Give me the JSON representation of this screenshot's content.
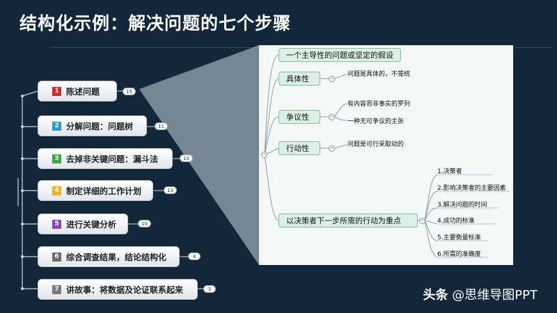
{
  "title": "结构化示例：解决问题的七个步骤",
  "steps": [
    {
      "num": "1",
      "label": "陈述问题",
      "badge": "15",
      "color": "#d8262f"
    },
    {
      "num": "2",
      "label": "分解问题：问题树",
      "badge": "11",
      "color": "#2a9bd8"
    },
    {
      "num": "3",
      "label": "去掉非关键问题：漏斗法",
      "badge": "10",
      "color": "#3aa845"
    },
    {
      "num": "4",
      "label": "制定详细的工作计划",
      "badge": "13",
      "color": "#f2b21b"
    },
    {
      "num": "5",
      "label": "进行关键分析",
      "badge": "10",
      "color": "#8a46c8"
    },
    {
      "num": "6",
      "label": "综合调查结果，结论结构化",
      "badge": "4",
      "color": "#6d6d6d"
    },
    {
      "num": "7",
      "label": "讲故事：将数据及论证联系起来",
      "badge": "3",
      "color": "#7a7a7a"
    }
  ],
  "detail": {
    "top": "一个主导性的问题或坚定的假设",
    "specific": {
      "label": "具体性",
      "leaf": "问题是具体的，不笼统"
    },
    "debate": {
      "label": "争议性",
      "leaves": [
        "有内容而非事实的罗列",
        "一种无可争议的主张"
      ]
    },
    "action": {
      "label": "行动性",
      "leaf": "问题是可行采取动的"
    },
    "focus": {
      "label": "以决策者下一步所需的行动为重点",
      "leaves": [
        "1.决策者",
        "2.影响决策者的主要因素",
        "3.解决问题的时间",
        "4.成功的标准",
        "5.主要衡量标准",
        "6.所需的准确度"
      ]
    }
  },
  "watermark": {
    "prefix": "头条",
    "handle": "@思维导图PPT"
  }
}
